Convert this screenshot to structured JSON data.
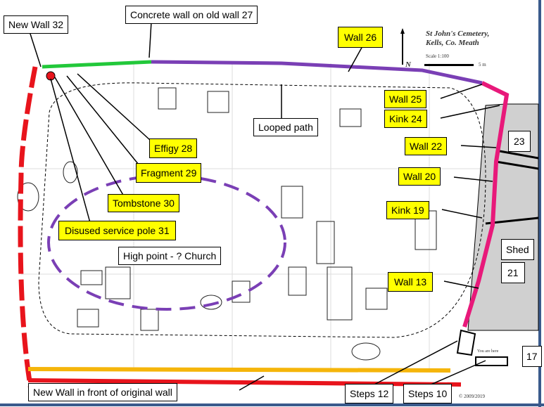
{
  "map_title": [
    "St John's Cemetery,",
    "Kells, Co. Meath"
  ],
  "scale": "Scale 1:100",
  "scale_bar": "5 m",
  "north": "N",
  "you_are_here": "You are here",
  "copyright": "© 2009/2019",
  "labels": {
    "new_wall_32": "New Wall 32",
    "concrete_wall_27": "Concrete wall on old wall 27",
    "wall_26": "Wall 26",
    "wall_25": "Wall 25",
    "kink_24": "Kink 24",
    "looped_path": "Looped path",
    "effigy_28": "Effigy 28",
    "fragment_29": "Fragment 29",
    "wall_22": "Wall 22",
    "wall_20": "Wall 20",
    "tombstone_30": "Tombstone 30",
    "kink_19": "Kink 19",
    "pole_31": "Disused service pole 31",
    "high_point": "High point - ? Church",
    "wall_13": "Wall 13",
    "n23": "23",
    "shed": "Shed",
    "n21": "21",
    "n17": "17",
    "new_wall_front": "New Wall in front of original wall",
    "steps_12": "Steps 12",
    "steps_10": "Steps 10"
  },
  "colors": {
    "label_bg": "#ffff00",
    "wall_red": "#e8141c",
    "wall_purple": "#7a3fb5",
    "wall_green": "#22c83a",
    "wall_pink": "#e8197a",
    "wall_orange": "#f5b50a",
    "shed": "#d0d0d0"
  }
}
